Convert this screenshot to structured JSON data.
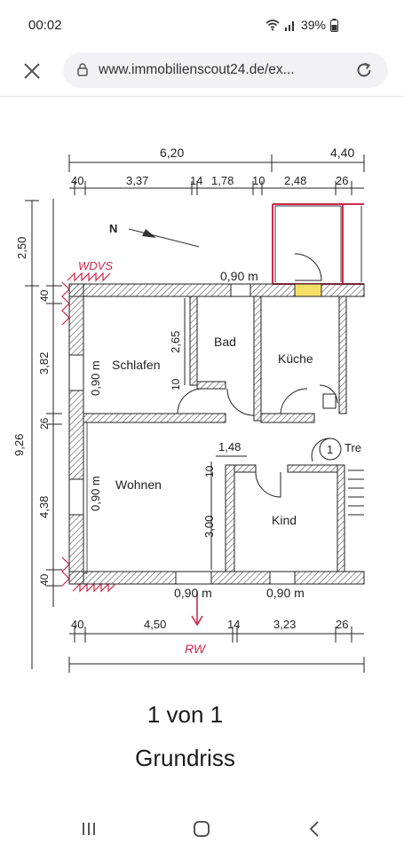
{
  "status": {
    "time": "00:02",
    "battery": "39%"
  },
  "browser": {
    "url": "www.immobilienscout24.de/ex..."
  },
  "plan": {
    "dims_top_total": [
      "6,20",
      "4,40"
    ],
    "dims_top": [
      "40",
      "3,37",
      "14",
      "1,78",
      "10",
      "2,48",
      "26"
    ],
    "dims_left": [
      "2,50",
      "40",
      "3,82",
      "26",
      "4,38",
      "40"
    ],
    "dims_left_total": "9,26",
    "dims_bottom": [
      "40",
      "4,50",
      "14",
      "3,23",
      "26"
    ],
    "north": "N",
    "rooms": {
      "schlafen": "Schlafen",
      "bad": "Bad",
      "kueche": "Küche",
      "wohnen": "Wohnen",
      "kind": "Kind",
      "treppe": "Tre"
    },
    "windows": {
      "top": "0,90 m",
      "schlafen": "0,90 m",
      "wohnen": "0,90 m",
      "bottom_left": "0,90 m",
      "bottom_right": "0,90 m"
    },
    "inner_dims": {
      "bad_wall": "2,65",
      "bad_10": "10",
      "hall": "1,48",
      "kind_10": "10",
      "kind_height": "3,00"
    },
    "stair_number": "1",
    "annotations": {
      "wdvs": "WDVS",
      "rw": "RW"
    }
  },
  "caption": {
    "counter": "1 von 1",
    "title": "Grundriss"
  }
}
